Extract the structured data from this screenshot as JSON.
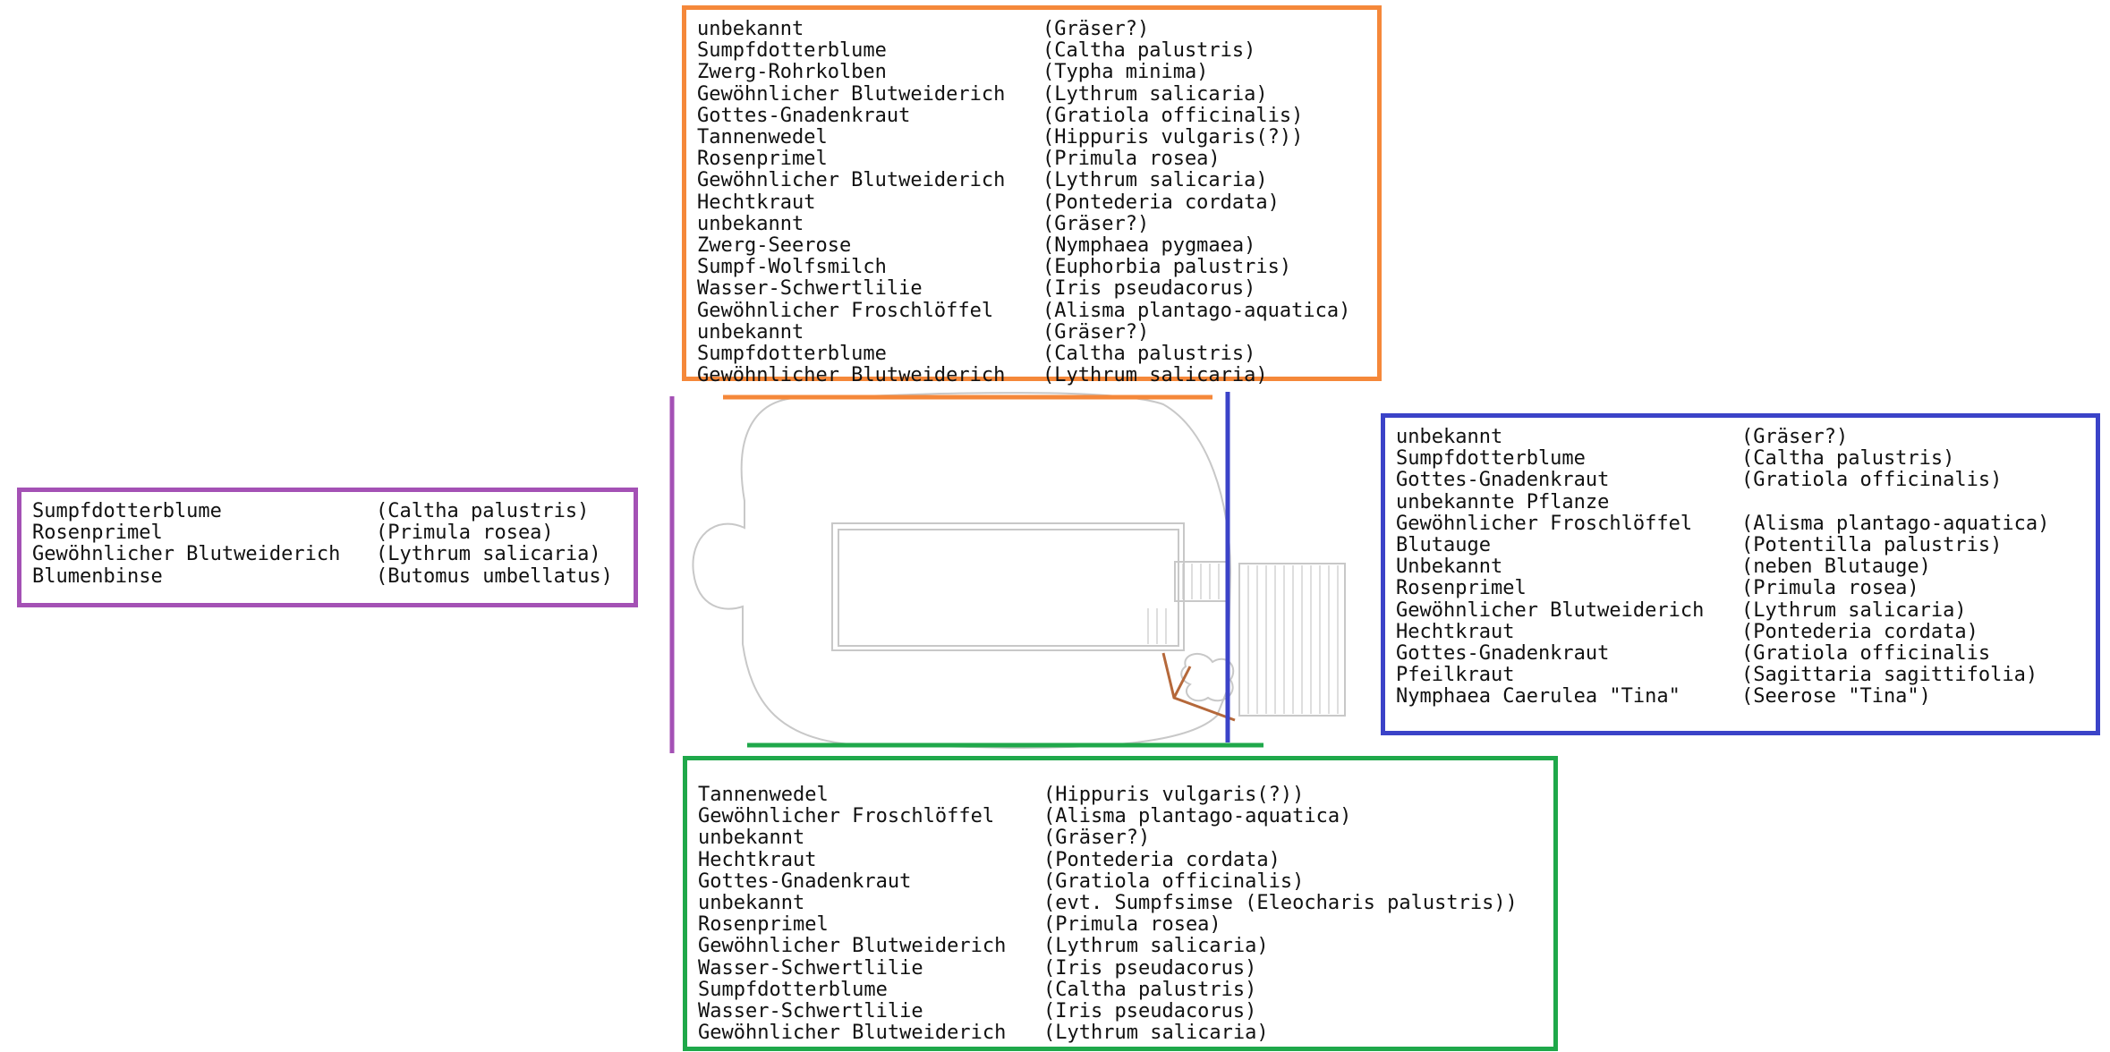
{
  "colors": {
    "top": "#f5883a",
    "right": "#3b43c8",
    "left": "#a451b5",
    "bottom": "#1fa84a",
    "sketch": "#c8c8c8",
    "bridge": "#b5683a"
  },
  "boxes": {
    "top": [
      {
        "de": "unbekannt",
        "la": "(Gräser?)"
      },
      {
        "de": "Sumpfdotterblume",
        "la": "(Caltha palustris)"
      },
      {
        "de": "Zwerg-Rohrkolben",
        "la": "(Typha minima)"
      },
      {
        "de": "Gewöhnlicher Blutweiderich",
        "la": "(Lythrum salicaria)"
      },
      {
        "de": "Gottes-Gnadenkraut",
        "la": "(Gratiola officinalis)"
      },
      {
        "de": "Tannenwedel",
        "la": "(Hippuris vulgaris(?))"
      },
      {
        "de": "Rosenprimel",
        "la": "(Primula rosea)"
      },
      {
        "de": "Gewöhnlicher Blutweiderich",
        "la": "(Lythrum salicaria)"
      },
      {
        "de": "Hechtkraut",
        "la": "(Pontederia cordata)"
      },
      {
        "de": "unbekannt",
        "la": "(Gräser?)"
      },
      {
        "de": "Zwerg-Seerose",
        "la": "(Nymphaea pygmaea)"
      },
      {
        "de": "Sumpf-Wolfsmilch",
        "la": "(Euphorbia palustris)"
      },
      {
        "de": "Wasser-Schwertlilie",
        "la": "(Iris pseudacorus)"
      },
      {
        "de": "Gewöhnlicher Froschlöffel",
        "la": "(Alisma plantago-aquatica)"
      },
      {
        "de": "unbekannt",
        "la": "(Gräser?)"
      },
      {
        "de": "Sumpfdotterblume",
        "la": "(Caltha palustris)"
      },
      {
        "de": "Gewöhnlicher Blutweiderich",
        "la": "(Lythrum salicaria)"
      }
    ],
    "right": [
      {
        "de": "unbekannt",
        "la": "(Gräser?)"
      },
      {
        "de": "Sumpfdotterblume",
        "la": "(Caltha palustris)"
      },
      {
        "de": "Gottes-Gnadenkraut",
        "la": "(Gratiola officinalis)"
      },
      {
        "de": "unbekannte Pflanze",
        "la": ""
      },
      {
        "de": "Gewöhnlicher Froschlöffel",
        "la": "(Alisma plantago-aquatica)"
      },
      {
        "de": "Blutauge",
        "la": "(Potentilla palustris)"
      },
      {
        "de": "Unbekannt",
        "la": "(neben Blutauge)"
      },
      {
        "de": "Rosenprimel",
        "la": "(Primula rosea)"
      },
      {
        "de": "Gewöhnlicher Blutweiderich",
        "la": "(Lythrum salicaria)"
      },
      {
        "de": "Hechtkraut",
        "la": "(Pontederia cordata)"
      },
      {
        "de": "Gottes-Gnadenkraut",
        "la": "(Gratiola officinalis"
      },
      {
        "de": "Pfeilkraut",
        "la": "(Sagittaria sagittifolia)"
      },
      {
        "de": "Nymphaea Caerulea \"Tina\"",
        "la": "(Seerose \"Tina\")"
      }
    ],
    "left": [
      {
        "de": "Sumpfdotterblume",
        "la": "(Caltha palustris)"
      },
      {
        "de": "Rosenprimel",
        "la": "(Primula rosea)"
      },
      {
        "de": "Gewöhnlicher Blutweiderich",
        "la": "(Lythrum salicaria)"
      },
      {
        "de": "Blumenbinse",
        "la": "(Butomus umbellatus)"
      }
    ],
    "bottom": [
      {
        "de": "Tannenwedel",
        "la": "(Hippuris vulgaris(?))"
      },
      {
        "de": "Gewöhnlicher Froschlöffel",
        "la": "(Alisma plantago-aquatica)"
      },
      {
        "de": "unbekannt",
        "la": "(Gräser?)"
      },
      {
        "de": "Hechtkraut",
        "la": "(Pontederia cordata)"
      },
      {
        "de": "Gottes-Gnadenkraut",
        "la": "(Gratiola officinalis)"
      },
      {
        "de": "unbekannt",
        "la": "(evt. Sumpfsimse (Eleocharis palustris))"
      },
      {
        "de": "Rosenprimel",
        "la": "(Primula rosea)"
      },
      {
        "de": "Gewöhnlicher Blutweiderich",
        "la": "(Lythrum salicaria)"
      },
      {
        "de": "Wasser-Schwertlilie",
        "la": "(Iris pseudacorus)"
      },
      {
        "de": "Sumpfdotterblume",
        "la": "(Caltha palustris)"
      },
      {
        "de": "Wasser-Schwertlilie",
        "la": "(Iris pseudacorus)"
      },
      {
        "de": "Gewöhnlicher Blutweiderich",
        "la": "(Lythrum salicaria)"
      }
    ]
  }
}
